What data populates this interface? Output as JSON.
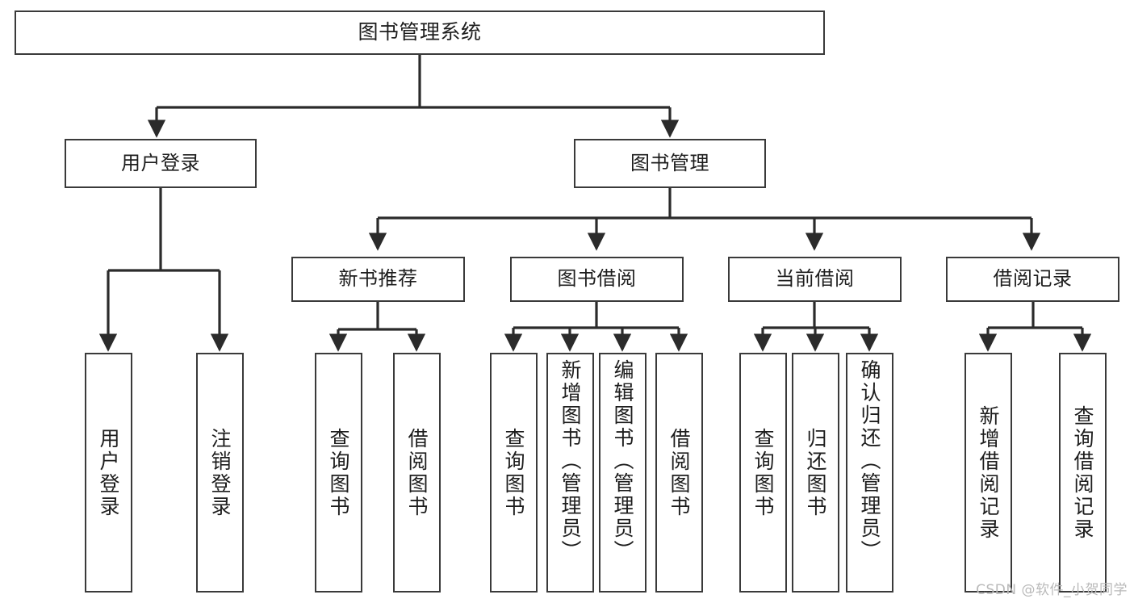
{
  "diagram": {
    "title": "图书管理系统",
    "type": "tree-hierarchy-chart",
    "colors": {
      "box_border": "#3a3a3a",
      "box_fill": "#ffffff",
      "edge": "#2b2b2b",
      "text": "#1d1d1d",
      "watermark": "#b9b9b9",
      "background": "#ffffff"
    },
    "watermark": "CSDN @软件_小贺同学"
  },
  "nodes": {
    "root": {
      "label": "图书管理系统"
    },
    "level1": [
      {
        "id": "user-login",
        "label": "用户登录"
      },
      {
        "id": "book-management",
        "label": "图书管理"
      }
    ],
    "level2": [
      {
        "id": "new-book-recommend",
        "label": "新书推荐"
      },
      {
        "id": "book-borrow",
        "label": "图书借阅"
      },
      {
        "id": "current-borrow",
        "label": "当前借阅"
      },
      {
        "id": "borrow-record",
        "label": "借阅记录"
      }
    ],
    "leaves": {
      "user_login": [
        {
          "id": "leaf-user-login",
          "label": "用户登录"
        },
        {
          "id": "leaf-logout-login",
          "label": "注销登录"
        }
      ],
      "new_book_recommend": [
        {
          "id": "leaf-query-book-1",
          "label": "查询图书"
        },
        {
          "id": "leaf-borrow-book-1",
          "label": "借阅图书"
        }
      ],
      "book_borrow": [
        {
          "id": "leaf-query-book-2",
          "label": "查询图书"
        },
        {
          "id": "leaf-add-book",
          "label": "新增图书（管理员）"
        },
        {
          "id": "leaf-edit-book",
          "label": "编辑图书（管理员）"
        },
        {
          "id": "leaf-borrow-book-2",
          "label": "借阅图书"
        }
      ],
      "current_borrow": [
        {
          "id": "leaf-query-book-3",
          "label": "查询图书"
        },
        {
          "id": "leaf-return-book",
          "label": "归还图书"
        },
        {
          "id": "leaf-confirm-return",
          "label": "确认归还（管理员）"
        }
      ],
      "borrow_record": [
        {
          "id": "leaf-add-record",
          "label": "新增借阅记录"
        },
        {
          "id": "leaf-query-record",
          "label": "查询借阅记录"
        }
      ]
    }
  }
}
